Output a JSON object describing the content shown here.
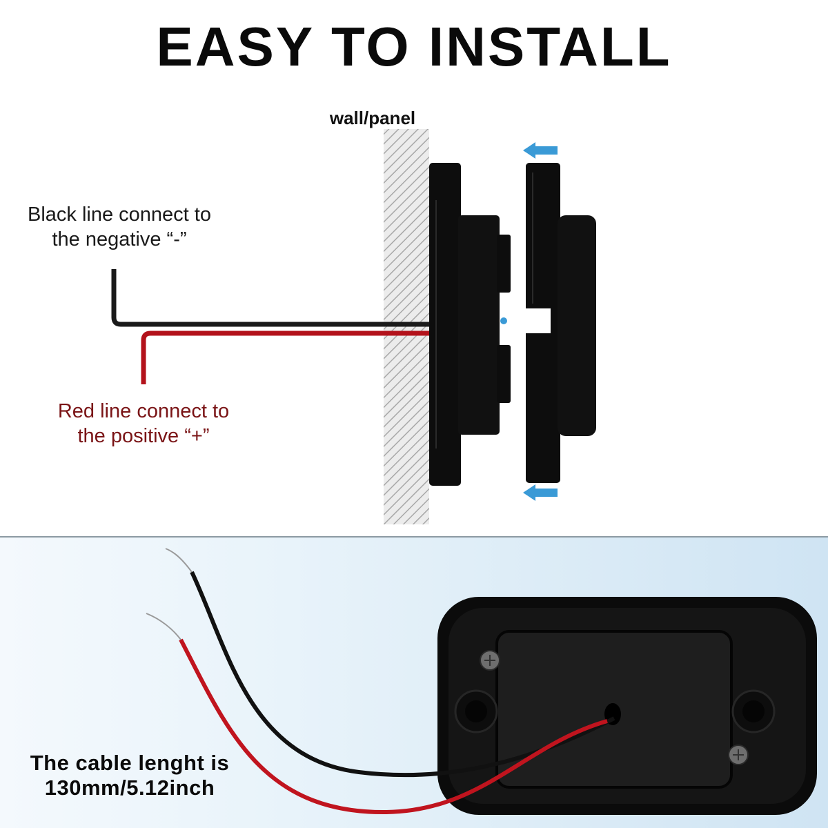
{
  "title": "EASY TO INSTALL",
  "diagram": {
    "wall_label": "wall/panel",
    "black_note_line1": "Black line connect to",
    "black_note_line2": "the negative “-”",
    "red_note_line1": "Red line connect to",
    "red_note_line2": "the positive “+”"
  },
  "cable": {
    "line1": "The cable lenght is",
    "line2": "130mm/5.12inch"
  },
  "colors": {
    "wire_black": "#1a1a1a",
    "wire_red": "#b3121b",
    "arrow_blue": "#3a9ad6",
    "housing": "#0d0d0d"
  },
  "icons": [
    "arrow-left-icon",
    "screw-icon"
  ]
}
